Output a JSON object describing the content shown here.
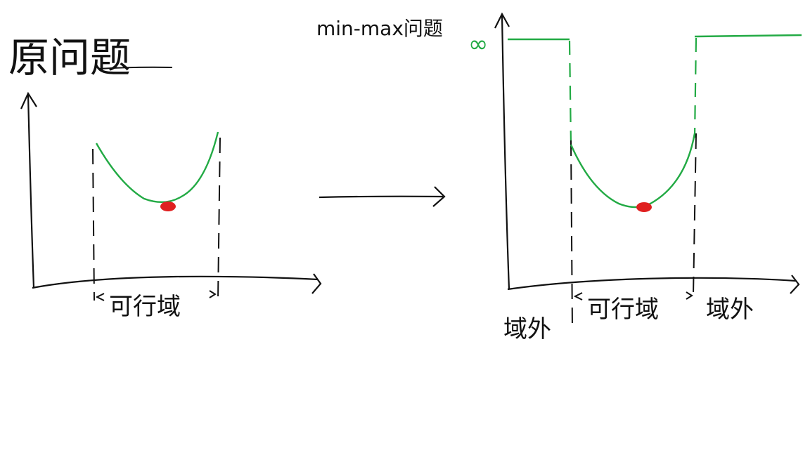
{
  "left_panel": {
    "title": "原问题",
    "feasible_label": "可行域"
  },
  "right_panel": {
    "title": "min-max问题",
    "infinity_label": "∞",
    "feasible_label": "可行域",
    "outside_left_label": "域外",
    "outside_right_label": "域外"
  },
  "colors": {
    "ink": "#111111",
    "curve": "#22aa44",
    "optimum": "#e02020",
    "background": "#ffffff"
  }
}
